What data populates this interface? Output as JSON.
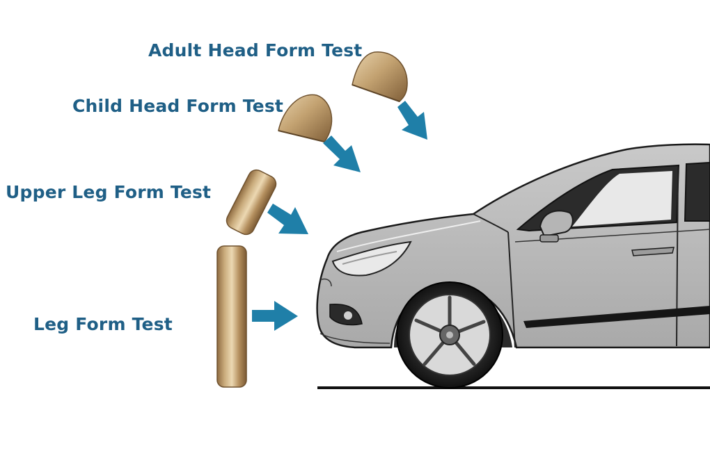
{
  "labels": {
    "adult_head": "Adult Head Form Test",
    "child_head": "Child Head Form Test",
    "upper_leg": "Upper Leg Form Test",
    "leg": "Leg Form Test"
  },
  "colors": {
    "label_text": "#1f5f86",
    "arrow": "#1f7fa8",
    "impactor_light": "#e6cfa6",
    "impactor_dark": "#8e6a40",
    "car_body": "#b3b3b3",
    "ground_line": "#111111"
  },
  "icons": [
    "adult-head-impactor",
    "child-head-impactor",
    "upper-leg-impactor",
    "leg-impactor",
    "impact-arrow",
    "car-side-view"
  ]
}
